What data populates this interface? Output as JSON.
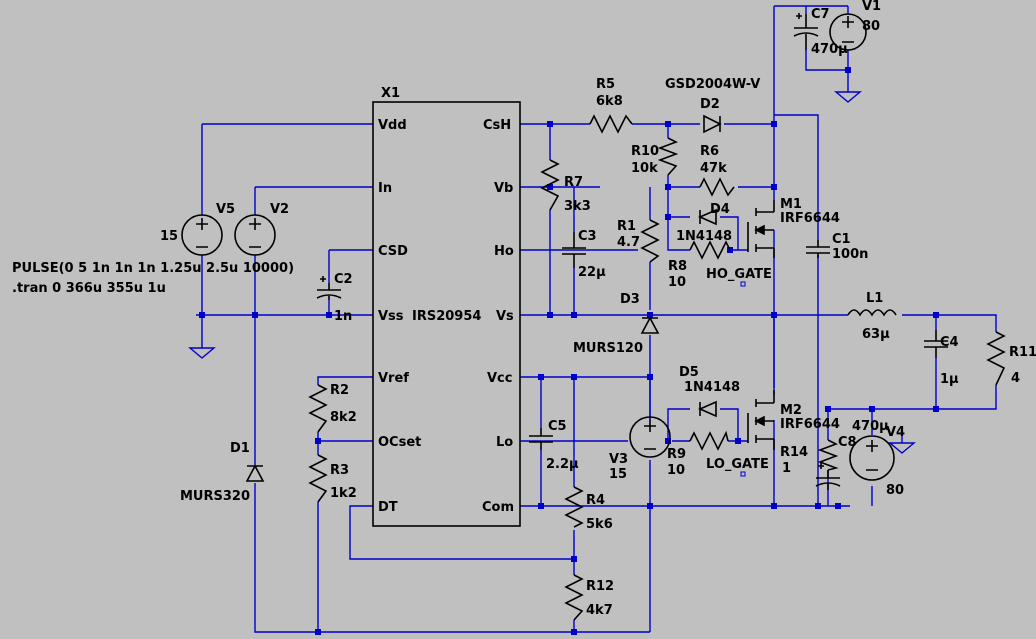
{
  "ic": {
    "ref": "X1",
    "part": "IRS20954",
    "pins_left": [
      "Vdd",
      "In",
      "CSD",
      "Vss",
      "Vref",
      "OCset",
      "DT"
    ],
    "pins_right": [
      "CsH",
      "Vb",
      "Ho",
      "Vs",
      "Vcc",
      "Lo",
      "Com"
    ]
  },
  "directives": {
    "pulse": "PULSE(0 5 1n 1n 1n 1.25u 2.5u 10000)",
    "tran": ".tran 0 366u 355u 1u"
  },
  "components": {
    "V1": {
      "ref": "V1",
      "value": "80"
    },
    "V2": {
      "ref": "V2"
    },
    "V3": {
      "ref": "V3",
      "value": "15"
    },
    "V4": {
      "ref": "V4",
      "value": "80"
    },
    "V5": {
      "ref": "V5",
      "value": "15"
    },
    "C1": {
      "ref": "C1",
      "value": "100n"
    },
    "C2": {
      "ref": "C2",
      "value": "1n"
    },
    "C3": {
      "ref": "C3",
      "value": "22µ"
    },
    "C4": {
      "ref": "C4",
      "value": "1µ"
    },
    "C5": {
      "ref": "C5",
      "value": "2.2µ"
    },
    "C7": {
      "ref": "C7",
      "value": "470µ"
    },
    "C8": {
      "ref": "C8",
      "value": "470µ"
    },
    "D1": {
      "ref": "D1",
      "value": "MURS320"
    },
    "D2": {
      "ref": "D2",
      "value": "GSD2004W-V"
    },
    "D3": {
      "ref": "D3",
      "value": "MURS120"
    },
    "D4": {
      "ref": "D4",
      "value": "1N4148"
    },
    "D5": {
      "ref": "D5",
      "value": "1N4148"
    },
    "L1": {
      "ref": "L1",
      "value": "63µ"
    },
    "M1": {
      "ref": "M1",
      "value": "IRF6644"
    },
    "M2": {
      "ref": "M2",
      "value": "IRF6644"
    },
    "R1": {
      "ref": "R1",
      "value": "4.7"
    },
    "R2": {
      "ref": "R2",
      "value": "8k2"
    },
    "R3": {
      "ref": "R3",
      "value": "1k2"
    },
    "R4": {
      "ref": "R4",
      "value": "5k6"
    },
    "R5": {
      "ref": "R5",
      "value": "6k8"
    },
    "R6": {
      "ref": "R6",
      "value": "47k"
    },
    "R7": {
      "ref": "R7",
      "value": "3k3"
    },
    "R8": {
      "ref": "R8",
      "value": "10"
    },
    "R9": {
      "ref": "R9",
      "value": "10"
    },
    "R10": {
      "ref": "R10",
      "value": "10k"
    },
    "R11": {
      "ref": "R11",
      "value": "4"
    },
    "R12": {
      "ref": "R12",
      "value": "4k7"
    },
    "R14": {
      "ref": "R14",
      "value": "1"
    }
  },
  "net_labels": {
    "ho_gate": "HO_GATE",
    "lo_gate": "LO_GATE"
  },
  "colors": {
    "background": "#c0c0c0",
    "wire": "#0000cc",
    "component": "#000000"
  }
}
